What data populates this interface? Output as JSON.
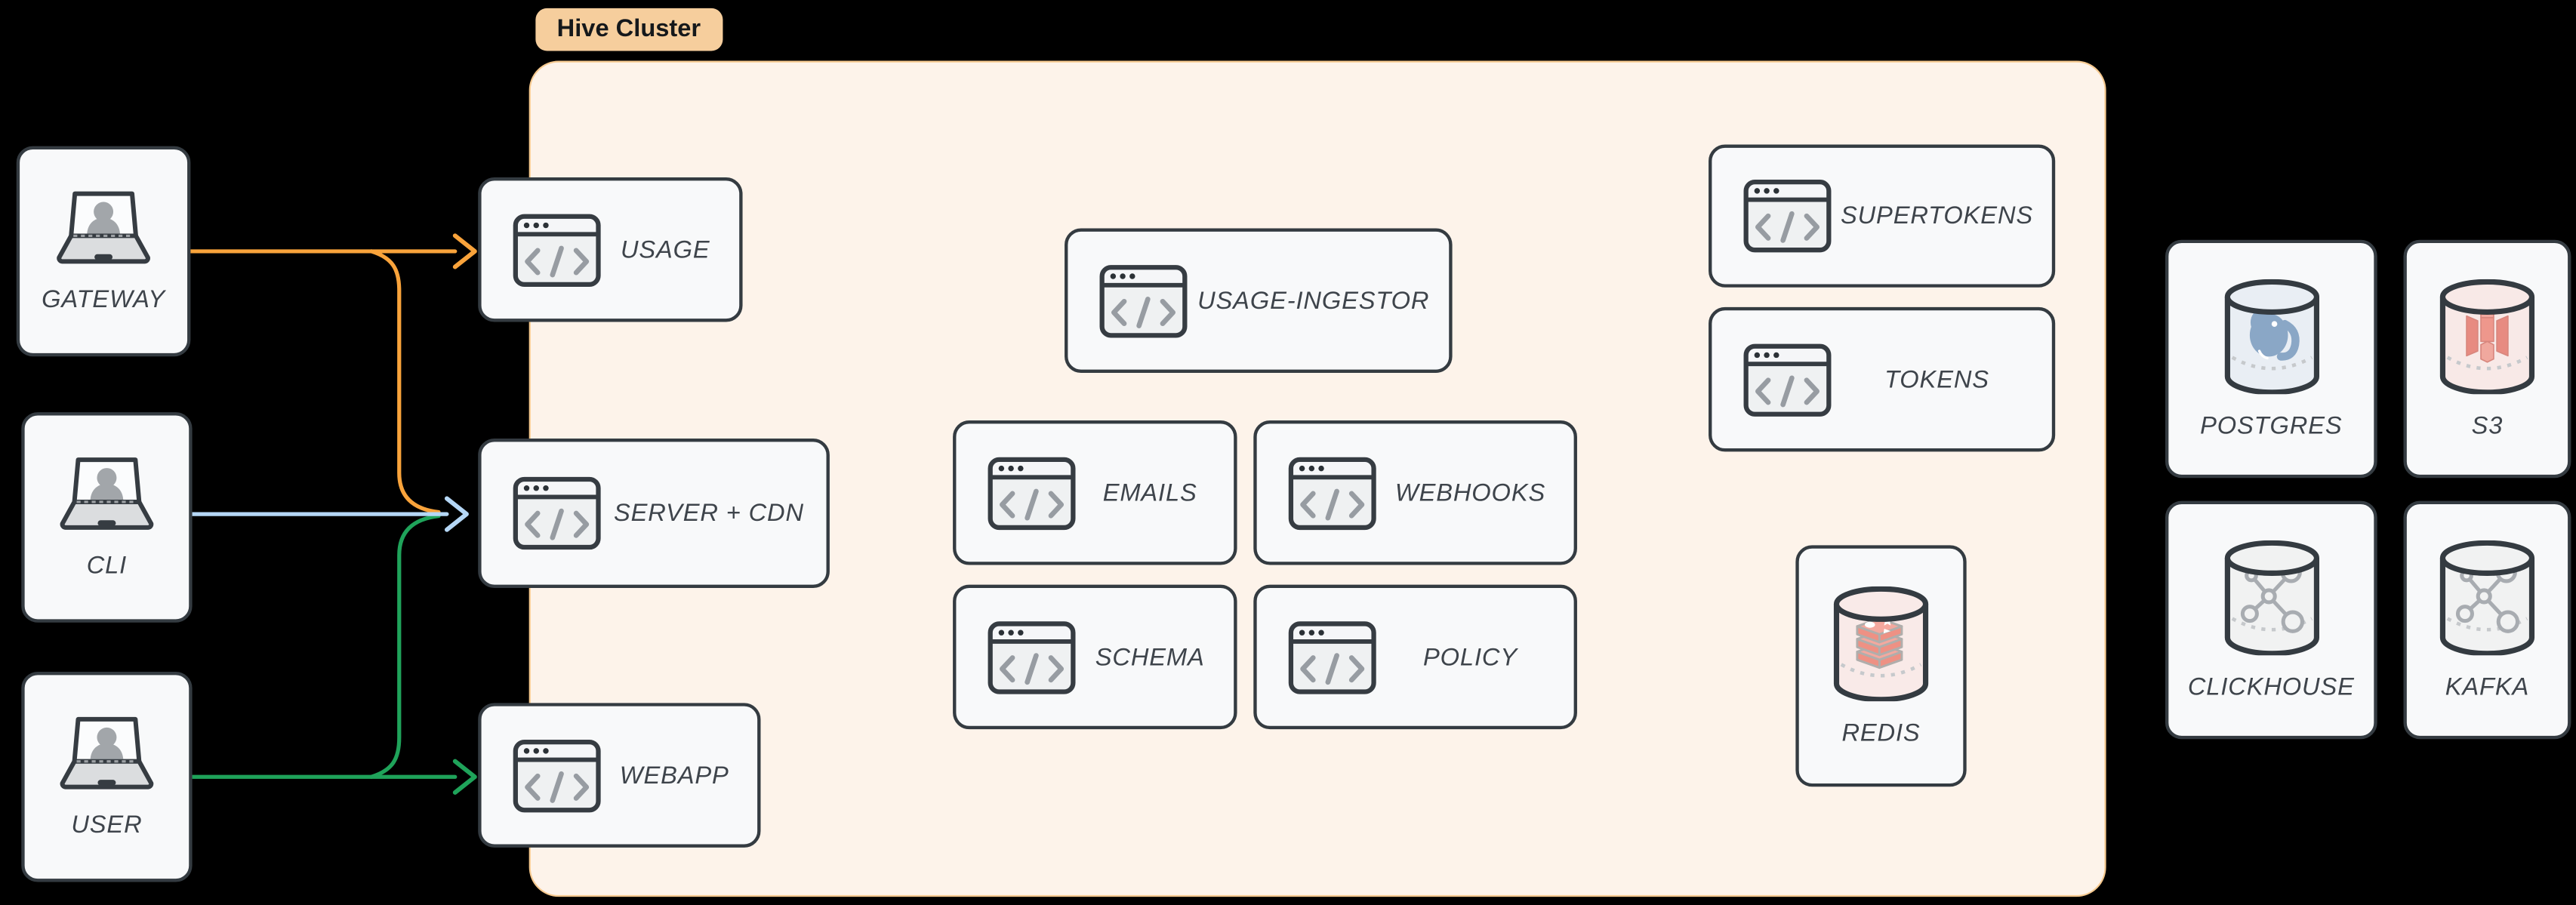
{
  "cluster_label": "Hive Cluster",
  "actors": [
    {
      "id": "gateway",
      "label": "GATEWAY",
      "icon": "laptop-icon"
    },
    {
      "id": "cli",
      "label": "CLI",
      "icon": "laptop-icon"
    },
    {
      "id": "user",
      "label": "USER",
      "icon": "laptop-icon"
    }
  ],
  "cluster_services": [
    {
      "id": "usage",
      "label": "USAGE",
      "icon": "code-window-icon"
    },
    {
      "id": "server-cdn",
      "label": "SERVER + CDN",
      "icon": "code-window-icon"
    },
    {
      "id": "webapp",
      "label": "WEBAPP",
      "icon": "code-window-icon"
    },
    {
      "id": "usage-ingestor",
      "label": "USAGE-INGESTOR",
      "icon": "code-window-icon"
    },
    {
      "id": "emails",
      "label": "EMAILS",
      "icon": "code-window-icon"
    },
    {
      "id": "webhooks",
      "label": "WEBHOOKS",
      "icon": "code-window-icon"
    },
    {
      "id": "schema",
      "label": "SCHEMA",
      "icon": "code-window-icon"
    },
    {
      "id": "policy",
      "label": "POLICY",
      "icon": "code-window-icon"
    },
    {
      "id": "supertokens",
      "label": "SUPERTOKENS",
      "icon": "code-window-icon"
    },
    {
      "id": "tokens",
      "label": "TOKENS",
      "icon": "code-window-icon"
    }
  ],
  "cluster_datastores": [
    {
      "id": "redis",
      "label": "REDIS",
      "icon": "redis-cylinder-icon"
    }
  ],
  "external_datastores": [
    {
      "id": "postgres",
      "label": "POSTGRES",
      "icon": "postgres-cylinder-icon"
    },
    {
      "id": "s3",
      "label": "S3",
      "icon": "s3-cylinder-icon"
    },
    {
      "id": "clickhouse",
      "label": "CLICKHOUSE",
      "icon": "clickhouse-cylinder-icon"
    },
    {
      "id": "kafka",
      "label": "KAFKA",
      "icon": "kafka-cylinder-icon"
    }
  ],
  "connections": [
    {
      "from": "GATEWAY",
      "to": "USAGE",
      "color": "orange"
    },
    {
      "from": "GATEWAY",
      "to": "SERVER + CDN",
      "color": "orange"
    },
    {
      "from": "CLI",
      "to": "SERVER + CDN",
      "color": "blue"
    },
    {
      "from": "USER",
      "to": "SERVER + CDN",
      "color": "green"
    },
    {
      "from": "USER",
      "to": "WEBAPP",
      "color": "green"
    }
  ],
  "colors": {
    "background": "#000000",
    "orange": "#F9A33B",
    "blue": "#B5D7F6",
    "green": "#1FA35A",
    "cluster_fill": "#FDF3EA",
    "cluster_border": "#F6C98F",
    "cluster_label_bg": "#F6CE9D",
    "cluster_label_text": "#15181B",
    "box_fill": "#F8F9FA",
    "box_border": "#343B41",
    "label_text": "#3E444B",
    "icon_stroke": "#363C42",
    "icon_glyph": "#979CA2",
    "postgres_blue": "#8AA7C6",
    "postgres_cyl_fill": "#E9EEF4",
    "s3_red": "#E78B81",
    "s3_cyl_fill": "#F8E9E7",
    "redis_red": "#EE9184",
    "redis_red_light": "#F4A89E",
    "redis_cyl_fill": "#F9EAE8",
    "graph_gray": "#A8ACB1",
    "gray_cyl_fill": "#F1F2F2"
  }
}
